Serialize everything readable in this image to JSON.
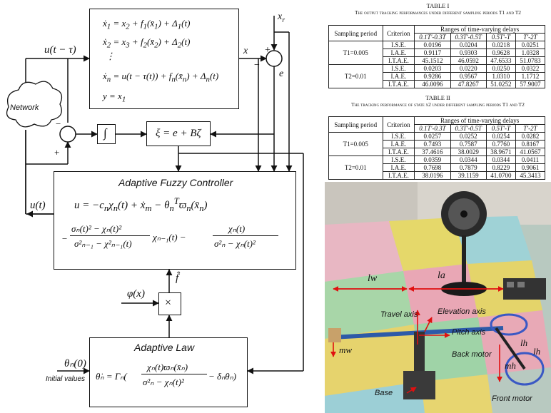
{
  "diagram": {
    "plant_eqs": [
      "ẋ₁ = x₂ + f₁(x̄₁) + Δ₁(t)",
      "ẋ₂ = x₃ + f₂(x̄₂) + Δ₂(t)",
      "⋮",
      "ẋₙ = u(t − τ(t)) + fₙ(x̄ₙ) + Δₙ(t)",
      "y = x₁"
    ],
    "input_label": "u(t − τ)",
    "x_label": "x",
    "xr_label": "xr",
    "e_label": "e",
    "network_label": "Network",
    "integral_label": "∫",
    "xi_eq": "ξ = e + Bζ",
    "controller_title": "Adaptive Fuzzy Controller",
    "controller_eq1": "u = −cₙχₙ(t) + ẋₘ − θₙᵀϖₙ(x̄ₙ)",
    "controller_eq2_a_num": "σₙ(t)² − χₙ(t)²",
    "controller_eq2_a_den": "σ²ₙ₋₁ − χ²ₙ₋₁(t)",
    "controller_eq2_a_tail": "χₙ₋₁(t) −",
    "controller_eq2_b_num": "χₙ(t)",
    "controller_eq2_b_den": "σ²ₙ − χₙ(t)²",
    "u_label": "u(t)",
    "phi_label": "φ(x)",
    "fhat_label": "f̂",
    "times_label": "×",
    "law_title": "Adaptive Law",
    "law_lhs": "θ̇ₙ = Γₙ(",
    "law_num": "χₙ(t)ϖₙ(x̄ₙ)",
    "law_den": "σ²ₙ − χₙ(t)²",
    "law_tail": "− δₙθₙ)",
    "theta0_label": "θₙ(0)",
    "initial_label": "Initial values",
    "plus": "+",
    "minus": "−"
  },
  "table1": {
    "label": "TABLE I",
    "caption": "The output tracking performances under different sampling periods T1 and T2",
    "header_period": "Sampling period",
    "header_criterion": "Criterion",
    "header_ranges": "Ranges of time-varying delays",
    "ranges": [
      "0.1T'-0.3T",
      "0.3T'-0.5T",
      "0.5T'-T",
      "T'-2T"
    ],
    "groups": [
      {
        "period": "T1=0.005",
        "rows": [
          {
            "crit": "I.S.E.",
            "vals": [
              "0.0196",
              "0.0204",
              "0.0218",
              "0.0251"
            ]
          },
          {
            "crit": "I.A.E.",
            "vals": [
              "0.9117",
              "0.9303",
              "0.9628",
              "1.0328"
            ]
          },
          {
            "crit": "I.T.A.E.",
            "vals": [
              "45.1512",
              "46.0592",
              "47.6533",
              "51.0783"
            ]
          }
        ]
      },
      {
        "period": "T2=0.01",
        "rows": [
          {
            "crit": "I.S.E.",
            "vals": [
              "0.0203",
              "0.0220",
              "0.0250",
              "0.0322"
            ]
          },
          {
            "crit": "I.A.E.",
            "vals": [
              "0.9286",
              "0.9567",
              "1.0310",
              "1.1712"
            ]
          },
          {
            "crit": "I.T.A.E.",
            "vals": [
              "46.0096",
              "47.8267",
              "51.0252",
              "57.9007"
            ]
          }
        ]
      }
    ]
  },
  "table2": {
    "label": "TABLE II",
    "caption": "The tracking performance of state x2 under different sampling periods T1 and T2",
    "header_period": "Sampling period",
    "header_criterion": "Criterion",
    "header_ranges": "Ranges of time-varying delays",
    "ranges": [
      "0.1T'-0.3T",
      "0.3T'-0.5T",
      "0.5T'-T",
      "T'-2T"
    ],
    "groups": [
      {
        "period": "T1=0.005",
        "rows": [
          {
            "crit": "I.S.E.",
            "vals": [
              "0.0257",
              "0.0252",
              "0.0254",
              "0.0282"
            ]
          },
          {
            "crit": "I.A.E.",
            "vals": [
              "0.7493",
              "0.7587",
              "0.7760",
              "0.8167"
            ]
          },
          {
            "crit": "I.T.A.E.",
            "vals": [
              "37.4616",
              "38.0029",
              "38.9671",
              "41.0567"
            ]
          }
        ]
      },
      {
        "period": "T2=0.01",
        "rows": [
          {
            "crit": "I.S.E.",
            "vals": [
              "0.0359",
              "0.0344",
              "0.0344",
              "0.0411"
            ]
          },
          {
            "crit": "I.A.E.",
            "vals": [
              "0.7698",
              "0.7879",
              "0.8229",
              "0.9061"
            ]
          },
          {
            "crit": "I.T.A.E.",
            "vals": [
              "38.0196",
              "39.1159",
              "41.0700",
              "45.3413"
            ]
          }
        ]
      }
    ]
  },
  "photo": {
    "labels": {
      "lw": "lw",
      "la": "la",
      "lh_top": "lh",
      "lh": "lh",
      "mw": "mw",
      "mh": "mh",
      "travel": "Travel axis",
      "elevation": "Elevation axis",
      "pitch": "Pitch axis",
      "back": "Back motor",
      "front": "Front motor",
      "base": "Base"
    }
  }
}
